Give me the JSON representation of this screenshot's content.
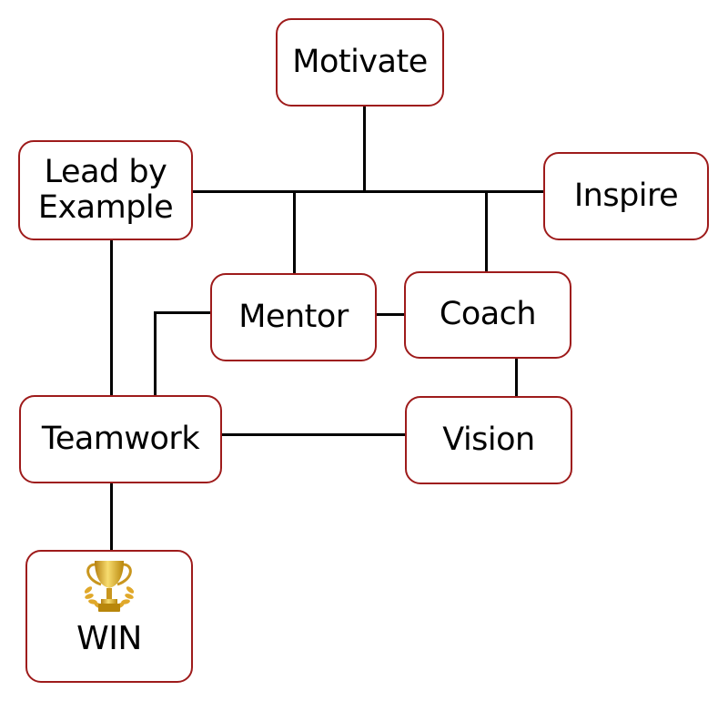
{
  "diagram": {
    "nodes": {
      "motivate": "Motivate",
      "lead": "Lead by\nExample",
      "inspire": "Inspire",
      "mentor": "Mentor",
      "coach": "Coach",
      "teamwork": "Teamwork",
      "vision": "Vision",
      "win": "WIN"
    },
    "win_icon": "trophy-icon",
    "colors": {
      "node_border": "#9e1b1b",
      "connector": "#000000",
      "trophy_gold": "#d4a017"
    },
    "edges": [
      [
        "motivate",
        "lead"
      ],
      [
        "motivate",
        "inspire"
      ],
      [
        "motivate",
        "mentor"
      ],
      [
        "motivate",
        "coach"
      ],
      [
        "mentor",
        "coach"
      ],
      [
        "mentor",
        "teamwork"
      ],
      [
        "lead",
        "teamwork"
      ],
      [
        "coach",
        "vision"
      ],
      [
        "teamwork",
        "vision"
      ],
      [
        "teamwork",
        "win"
      ]
    ]
  }
}
